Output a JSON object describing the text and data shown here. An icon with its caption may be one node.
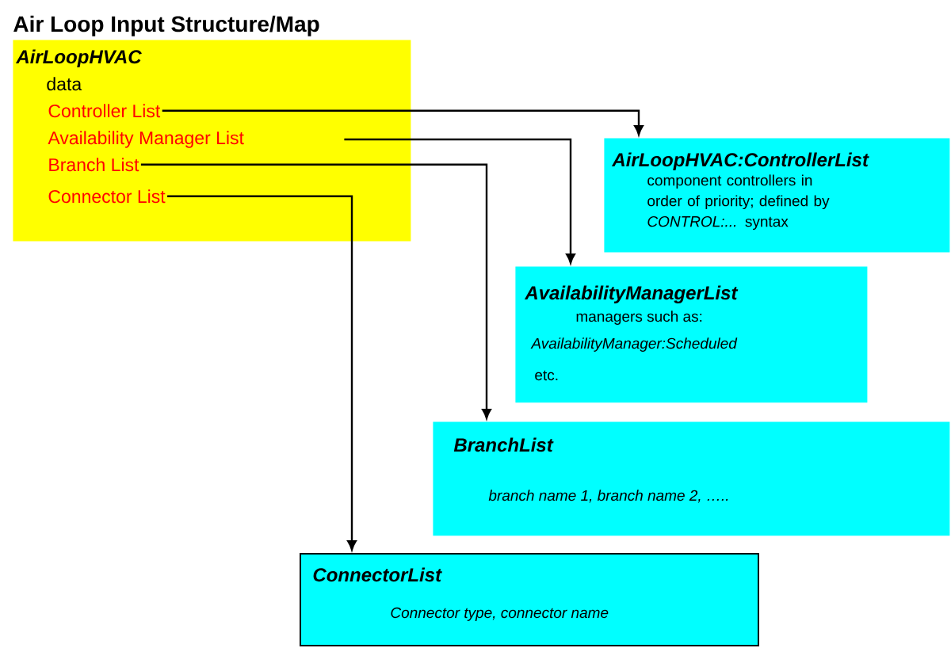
{
  "diagram": {
    "title": "Air Loop Input Structure/Map",
    "nodes": [
      {
        "text": [
          "AirLoopHVAC",
          "data"
        ]
      },
      {
        "text": [
          "Controller List"
        ],
        "in": 0
      },
      {
        "text": [
          "Availability Manager List"
        ],
        "in": 0
      },
      {
        "text": [
          "Branch List"
        ],
        "in": 0
      },
      {
        "text": [
          "Connector List"
        ],
        "in": 0
      },
      {
        "text": [
          "AirLoopHVAC:ControllerList",
          "component controllers in order of priority; defined by *CONTROL:...* syntax"
        ]
      },
      {
        "text": [
          "AvailabilityManagerList",
          "managers such as:",
          "AvailabilityManager:Scheduled",
          "etc."
        ]
      },
      {
        "text": [
          "BranchList",
          "branch name 1, branch name 2, ….."
        ]
      },
      {
        "text": [
          "ConnectorList",
          "Connector type, connector name"
        ]
      }
    ],
    "edges": [
      {
        "from": 1,
        "to": 5,
        "arrow": "to"
      },
      {
        "from": 2,
        "to": 6,
        "arrow": "to"
      },
      {
        "from": 3,
        "to": 7,
        "arrow": "to"
      },
      {
        "from": 4,
        "to": 8,
        "arrow": "to"
      }
    ]
  }
}
